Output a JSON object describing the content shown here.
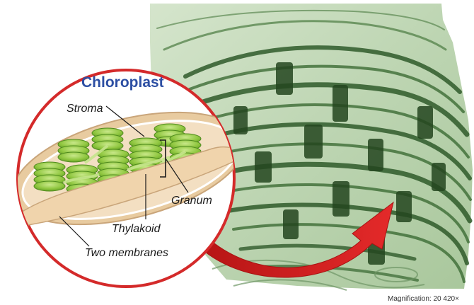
{
  "diagram": {
    "title": "Chloroplast",
    "labels": {
      "stroma": "Stroma",
      "granum": "Granum",
      "thylakoid": "Thylakoid",
      "membranes": "Two membranes"
    },
    "magnification": "Magnification: 20 420×"
  },
  "colors": {
    "title": "#2d4fa3",
    "circle_outline": "#d42a2a",
    "arrow": "#d51f1f",
    "micrograph_light": "#c9dcbf",
    "micrograph_dark": "#2f5a2a",
    "outer_membrane": "#e8cba0",
    "stroma_fill": "#f3dfc2",
    "thylakoid_green": "#8fc63f"
  }
}
